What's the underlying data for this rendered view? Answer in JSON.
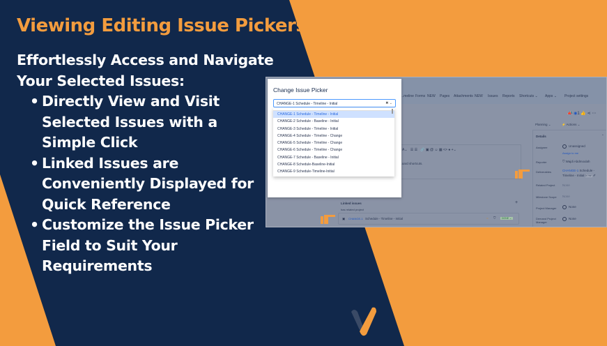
{
  "colors": {
    "navy": "#11284b",
    "orange": "#f39c3e"
  },
  "slide": {
    "title": "Viewing Editing Issue Pickers",
    "subtitle": "Effortlessly Access and Navigate Your Selected Issues:",
    "bullets": [
      "Directly View and Visit Selected Issues with a Simple Click",
      "Linked Issues are Conveniently Displayed for Quick Reference",
      "Customize the Issue Picker Field to Suit Your Requirements"
    ]
  },
  "app": {
    "nav": [
      "...meline",
      "Forms",
      "NEW",
      "Pages",
      "Attachments",
      "NEW",
      "Issues",
      "Reports",
      "Shortcuts ⌄",
      "Apps ⌄",
      "Project settings"
    ],
    "planning": "Planning ⌄",
    "actions": "Actions ⌄",
    "watch_count": "1",
    "editor_hint": "...oard shortcuts.",
    "details_title": "Details",
    "fields": [
      {
        "label": "Assignee",
        "value": "Unassigned",
        "link": "Assign to me"
      },
      {
        "label": "Reporter",
        "value": "Wajdi Abdmoulah"
      },
      {
        "label": "Deliverables",
        "key": "CHANGE-1",
        "value": "Schedule - Timeline - Initial",
        "badge": "DONE"
      },
      {
        "label": "Related Project",
        "value": "None"
      },
      {
        "label": "Milestone Scope",
        "value": "None"
      },
      {
        "label": "Project Manager",
        "value": "None"
      },
      {
        "label": "Demand Project Manager",
        "value": "None"
      }
    ],
    "linked": {
      "title": "Linked issues",
      "relation": "has related project",
      "key": "CHANGE-1",
      "summary": "Schedule - Timeline - Initial",
      "status": "DONE ⌄"
    }
  },
  "dialog": {
    "title": "Change Issue Picker",
    "selected": "CHANGE-1 Schedule - Timeline - Initial",
    "options": [
      "CHANGE-1 Schedule - Timeline - Initial",
      "CHANGE-2 Schedule - Baseline - Initial",
      "CHANGE-3 Schedule - Timeline - Initial",
      "CHANGE-4 Schedule - Timeline - Change",
      "CHANGE-5 Schedule - Timeline - Change",
      "CHANGE-6 Schedule - Timeline - Change",
      "CHANGE-7 Schedule - Baseline - Initial",
      "CHANGE-8 Schedule-Baseline-Initial",
      "CHANGE-9 Schedule-Timeline-Initial"
    ]
  }
}
